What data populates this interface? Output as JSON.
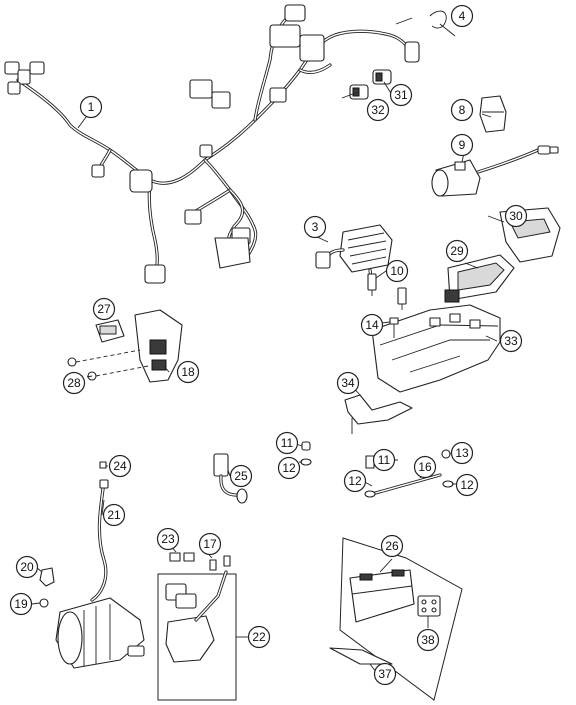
{
  "callouts": {
    "c1": "1",
    "c3": "3",
    "c4": "4",
    "c8": "8",
    "c9": "9",
    "c10": "10",
    "c11a": "11",
    "c11b": "11",
    "c12a": "12",
    "c12b": "12",
    "c12c": "12",
    "c13": "13",
    "c14": "14",
    "c16": "16",
    "c17": "17",
    "c18": "18",
    "c19": "19",
    "c20": "20",
    "c21": "21",
    "c22": "22",
    "c23": "23",
    "c24": "24",
    "c25": "25",
    "c26": "26",
    "c27": "27",
    "c28": "28",
    "c29": "29",
    "c30": "30",
    "c31": "31",
    "c32": "32",
    "c33": "33",
    "c34": "34",
    "c37": "37",
    "c38": "38"
  }
}
